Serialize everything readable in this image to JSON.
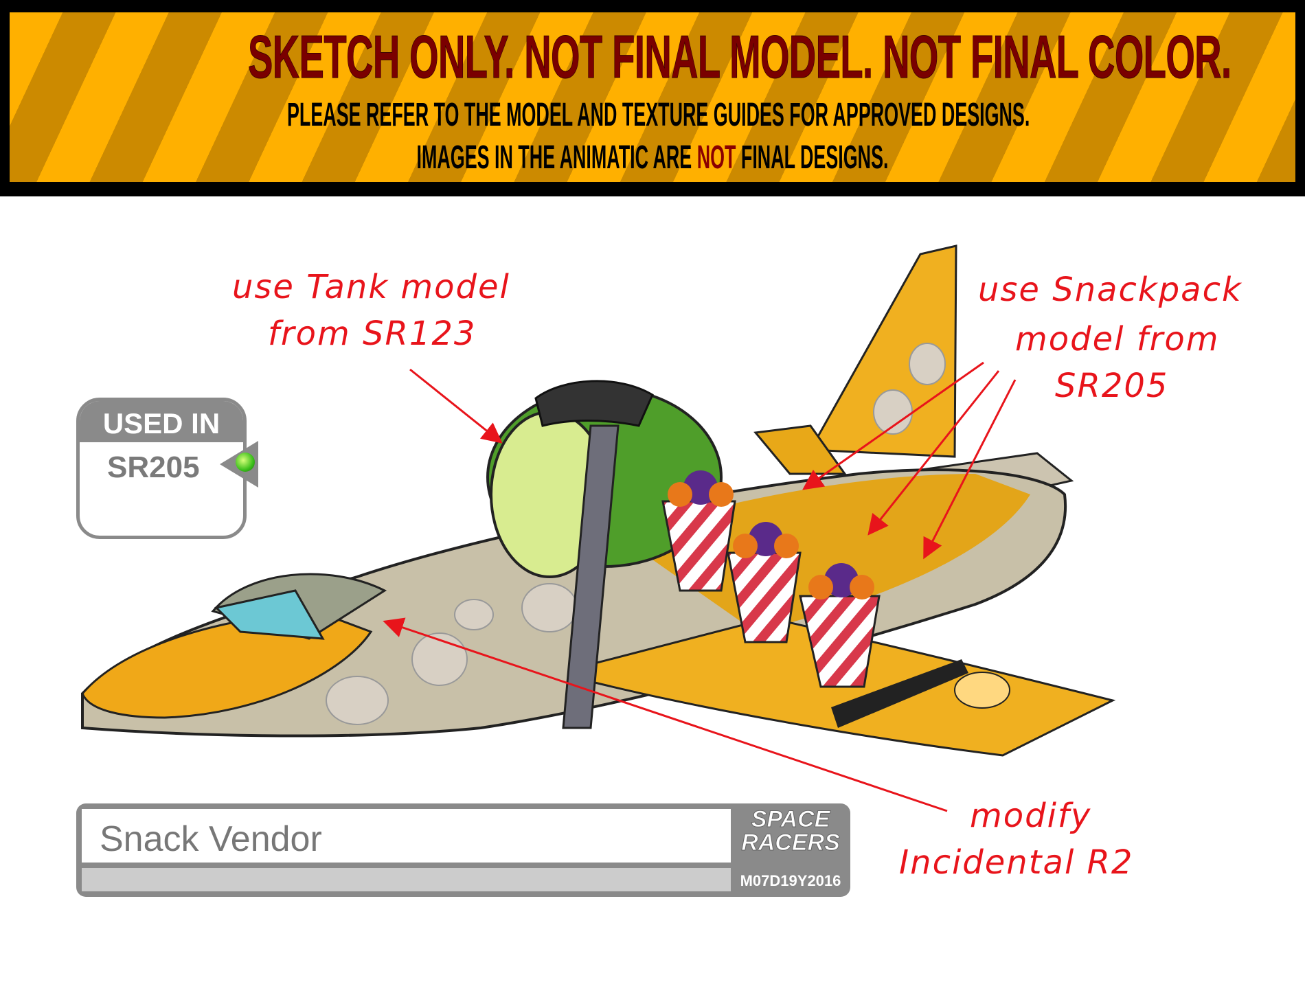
{
  "banner": {
    "headline": "SKETCH ONLY.   NOT FINAL MODEL.   NOT FINAL COLOR.",
    "line2": "PLEASE REFER TO THE MODEL AND TEXTURE GUIDES FOR APPROVED DESIGNS.",
    "line3_pre": "IMAGES IN THE ANIMATIC ARE ",
    "line3_emph": "NOT",
    "line3_post": " FINAL DESIGNS."
  },
  "badge": {
    "title": "USED IN",
    "value": "SR205"
  },
  "notes": {
    "tank_1": "use Tank model",
    "tank_2": "from SR123",
    "snack_1": "use Snackpack",
    "snack_2": "model from",
    "snack_3": "SR205",
    "mod_1": "modify",
    "mod_2": "Incidental R2"
  },
  "label": {
    "name": "Snack Vendor",
    "logo_line1": "SPACE",
    "logo_line2": "RACERS",
    "date": "M07D19Y2016"
  },
  "colors": {
    "annotation": "#e8141b",
    "stripe_light": "#ffb000",
    "stripe_dark": "#cc8a00",
    "headline": "#7a0000"
  }
}
